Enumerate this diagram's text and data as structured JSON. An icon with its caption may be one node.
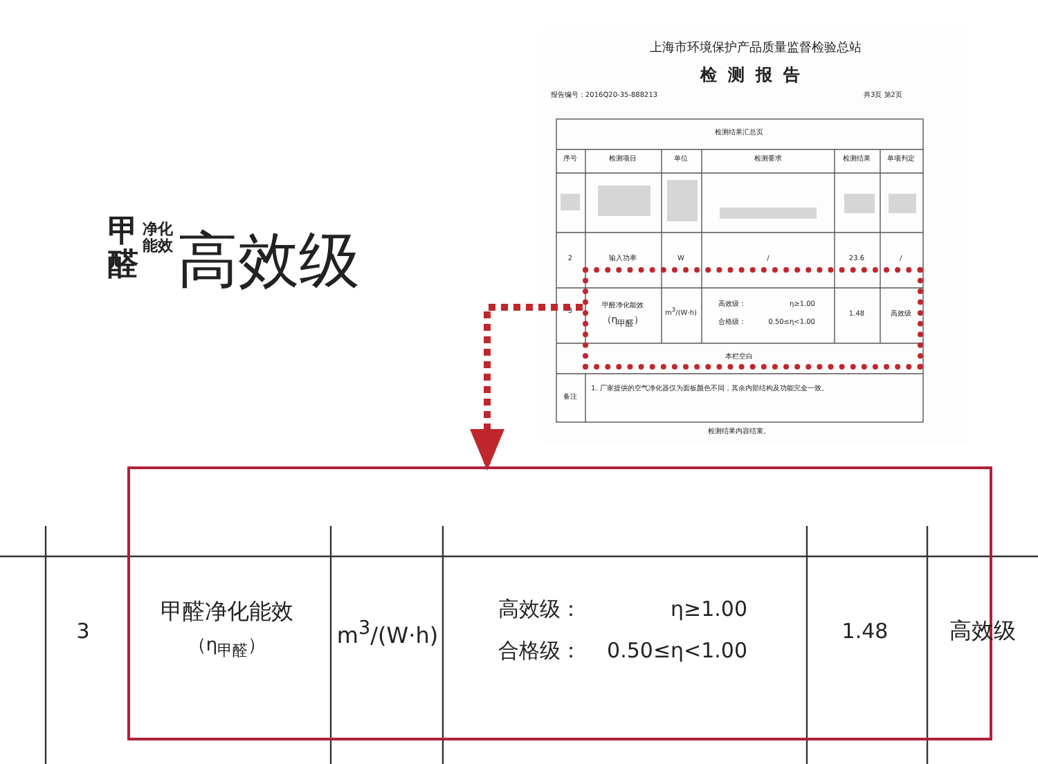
{
  "diagram": {
    "nodes": [
      {
        "text": [],
        "shape": "box"
      },
      {
        "text": [],
        "shape": "box"
      }
    ],
    "edges": [
      {
        "from": 0,
        "to": 1,
        "arrow": "to",
        "style": "dashed",
        "color": "#c0272d"
      }
    ],
    "labels": [
      "甲醛",
      "净化能效",
      "高效级",
      "上海市环境保护产品质量监督检验总站",
      "检测报告",
      "报告编号：2016Q20-35-888213",
      "共3页 第2页",
      "检测结果汇总页",
      "序号",
      "检测项目",
      "单位",
      "检测要求",
      "检测结果",
      "单项判定",
      "2",
      "输入功率",
      "W",
      "/",
      "23.6",
      "/",
      "3",
      "甲醛净化能效",
      "（η$_{甲醛}$）",
      "m$^{3}$/(W·h)",
      "高效级：",
      "η≥1.00",
      "合格级：",
      "0.50≤η<1.00",
      "1.48",
      "高效级",
      "本栏空白",
      "备注",
      "1. 厂家提供的空气净化器仅为面板颜色不同，其余内部结构及功能完全一致。",
      "检测结果内容结束。",
      "3",
      "甲醛净化能效",
      "（η$_{甲醛}$）",
      "m$^{3}$/(W·h)",
      "高效级：",
      "η≥1.00",
      "合格级：",
      "0.50≤η<1.00",
      "1.48",
      "高效级"
    ]
  }
}
